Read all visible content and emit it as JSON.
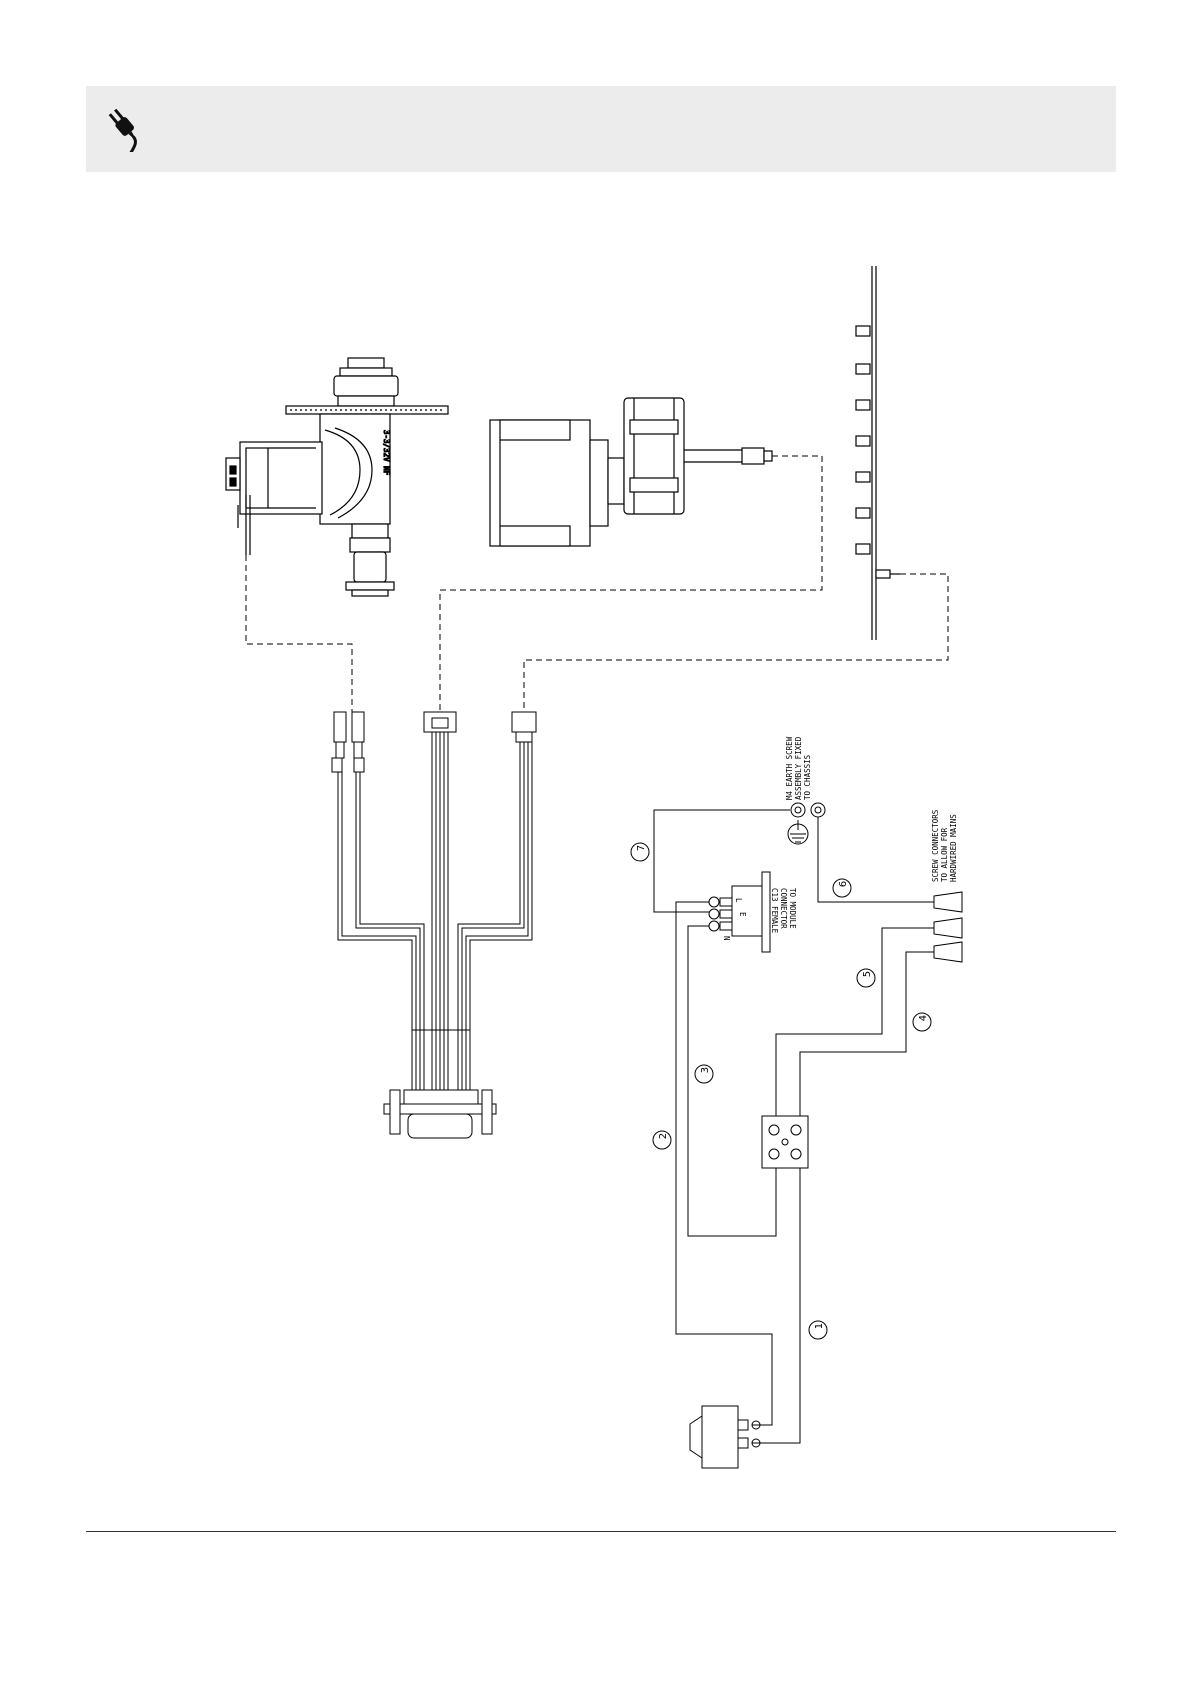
{
  "header": {
    "icon": "plug-icon",
    "band_color": "#ececec"
  },
  "diagram": {
    "labels": {
      "earth_screw": [
        "M4 EARTH SCREW",
        "ASSEMBLY FIXED",
        "TO CHASSIS"
      ],
      "screw_connectors": [
        "SCREW CONNECTORS",
        "TO ALLOW FOR",
        "HARDWIRED MAINS"
      ],
      "c13": [
        "C13 FEMALE",
        "CONNECTOR",
        "TO MODULE"
      ],
      "terminal_l": "L",
      "terminal_e": "E",
      "terminal_n": "N",
      "valve_marking": "3-3/32V NF"
    },
    "wire_numbers": [
      "1",
      "2",
      "3",
      "4",
      "5",
      "6",
      "7"
    ]
  }
}
